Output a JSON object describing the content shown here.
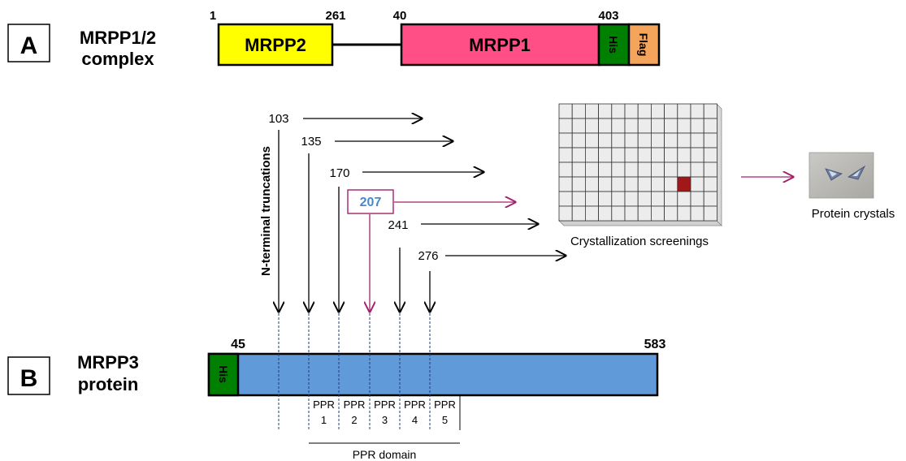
{
  "panel_a": {
    "letter": "A",
    "title_line1": "MRPP1/2",
    "title_line2": "complex",
    "mrpp2_label": "MRPP2",
    "mrpp2_start": "1",
    "mrpp2_end": "261",
    "mrpp1_label": "MRPP1",
    "mrpp1_start": "40",
    "mrpp1_end": "403",
    "his_tag": "His",
    "flag_tag": "Flag"
  },
  "truncations": {
    "axis_label": "N-terminal truncations",
    "constructs": [
      "103",
      "135",
      "170",
      "207",
      "241",
      "276"
    ],
    "highlighted": "207"
  },
  "screening": {
    "label": "Crystallization screenings"
  },
  "crystals": {
    "label": "Protein crystals"
  },
  "panel_b": {
    "letter": "B",
    "title_line1": "MRPP3",
    "title_line2": "protein",
    "start": "45",
    "end": "583",
    "his_tag": "His",
    "ppr_prefix": "PPR",
    "ppr_numbers": [
      "1",
      "2",
      "3",
      "4",
      "5"
    ],
    "ppr_domain_label": "PPR domain"
  },
  "colors": {
    "mrpp2": "#ffff00",
    "mrpp1": "#ff4f86",
    "his": "#008000",
    "flag": "#f5a45c",
    "mrpp3": "#619ad9",
    "highlight_arrow": "#a2226c",
    "highlight_text": "#4a88c9",
    "hit_well": "#a01818",
    "plate_well": "#ececec"
  }
}
